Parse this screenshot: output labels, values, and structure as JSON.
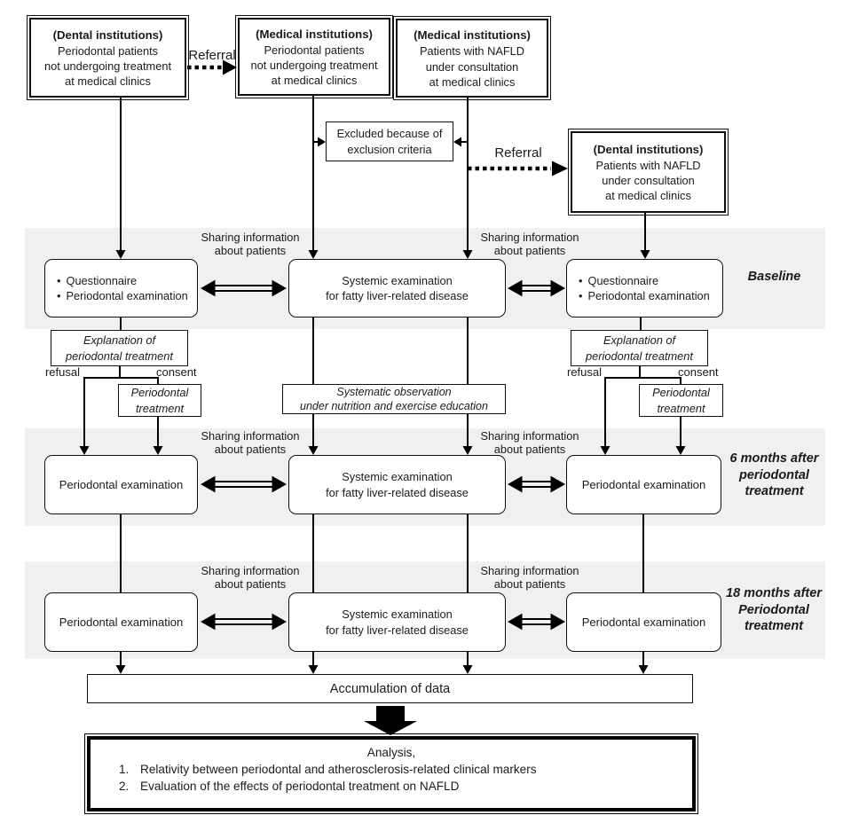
{
  "palette": {
    "band_bg": "#f0f0f0",
    "line": "#000000",
    "box_bg": "#ffffff",
    "text": "#1b1b1b"
  },
  "top": {
    "referral_label": "Referral",
    "dental_left": {
      "title": "(Dental institutions)",
      "lines": [
        "Periodontal patients",
        "not undergoing treatment",
        "at medical clinics"
      ]
    },
    "medical_perio": {
      "title": "(Medical institutions)",
      "lines": [
        "Periodontal patients",
        "not undergoing treatment",
        "at medical clinics"
      ]
    },
    "medical_nafld": {
      "title": "(Medical institutions)",
      "lines": [
        "Patients with NAFLD",
        "under consultation",
        "at medical clinics"
      ]
    },
    "excluded": {
      "lines": [
        "Excluded because of",
        "exclusion criteria"
      ]
    },
    "dental_nafld": {
      "title": "(Dental institutions)",
      "lines": [
        "Patients with NAFLD",
        "under consultation",
        "at medical clinics"
      ]
    }
  },
  "shared": {
    "bullet": "•",
    "sharing_info": [
      "Sharing information",
      "about patients"
    ]
  },
  "baseline": {
    "label": "Baseline",
    "quest_items": [
      "Questionnaire",
      "Periodontal examination"
    ],
    "systemic": [
      "Systemic examination",
      "for fatty liver-related disease"
    ]
  },
  "interim": {
    "explanation": [
      "Explanation of",
      "periodontal treatment"
    ],
    "refusal": "refusal",
    "consent": "consent",
    "treatment": [
      "Periodontal",
      "treatment"
    ],
    "observation": [
      "Systematic observation",
      "under nutrition and exercise education"
    ]
  },
  "six_month": {
    "label": [
      "6 months after",
      "periodontal",
      "treatment"
    ],
    "exam": "Periodontal examination",
    "systemic": [
      "Systemic examination",
      "for fatty liver-related disease"
    ]
  },
  "eighteen_month": {
    "label": [
      "18 months after",
      "Periodontal",
      "treatment"
    ],
    "exam": "Periodontal examination",
    "systemic": [
      "Systemic examination",
      "for fatty liver-related disease"
    ]
  },
  "bottom": {
    "accumulation": "Accumulation of data",
    "analysis_title": "Analysis,",
    "analysis_items": [
      {
        "num": "1.",
        "text": "Relativity between periodontal and atherosclerosis-related clinical markers"
      },
      {
        "num": "2.",
        "text": "Evaluation of the effects of periodontal treatment on NAFLD"
      }
    ]
  }
}
